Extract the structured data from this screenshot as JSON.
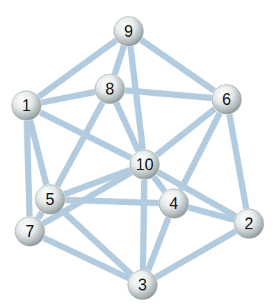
{
  "diagram": {
    "nodes": [
      {
        "text": [
          "9"
        ]
      },
      {
        "text": [
          "1"
        ]
      },
      {
        "text": [
          "8"
        ]
      },
      {
        "text": [
          "6"
        ]
      },
      {
        "text": [
          "10"
        ]
      },
      {
        "text": [
          "5"
        ]
      },
      {
        "text": [
          "4"
        ]
      },
      {
        "text": [
          "7"
        ]
      },
      {
        "text": [
          "2"
        ]
      },
      {
        "text": [
          "3"
        ]
      }
    ],
    "edges": [
      {
        "from": 0,
        "to": 1,
        "arrow": "none"
      },
      {
        "from": 0,
        "to": 2,
        "arrow": "none"
      },
      {
        "from": 0,
        "to": 3,
        "arrow": "none"
      },
      {
        "from": 0,
        "to": 4,
        "arrow": "none"
      },
      {
        "from": 1,
        "to": 2,
        "arrow": "none"
      },
      {
        "from": 2,
        "to": 3,
        "arrow": "none"
      },
      {
        "from": 2,
        "to": 4,
        "arrow": "none"
      },
      {
        "from": 2,
        "to": 5,
        "arrow": "none"
      },
      {
        "from": 1,
        "to": 4,
        "arrow": "none"
      },
      {
        "from": 1,
        "to": 5,
        "arrow": "none"
      },
      {
        "from": 1,
        "to": 7,
        "arrow": "none"
      },
      {
        "from": 3,
        "to": 4,
        "arrow": "none"
      },
      {
        "from": 3,
        "to": 8,
        "arrow": "none"
      },
      {
        "from": 3,
        "to": 6,
        "arrow": "none"
      },
      {
        "from": 4,
        "to": 7,
        "arrow": "none"
      },
      {
        "from": 4,
        "to": 5,
        "arrow": "none"
      },
      {
        "from": 4,
        "to": 9,
        "arrow": "none"
      },
      {
        "from": 4,
        "to": 8,
        "arrow": "none"
      },
      {
        "from": 4,
        "to": 6,
        "arrow": "none"
      },
      {
        "from": 5,
        "to": 6,
        "arrow": "none"
      },
      {
        "from": 5,
        "to": 7,
        "arrow": "none"
      },
      {
        "from": 5,
        "to": 9,
        "arrow": "none"
      },
      {
        "from": 7,
        "to": 9,
        "arrow": "none"
      },
      {
        "from": 6,
        "to": 9,
        "arrow": "none"
      },
      {
        "from": 6,
        "to": 8,
        "arrow": "none"
      },
      {
        "from": 9,
        "to": 8,
        "arrow": "none"
      }
    ]
  }
}
